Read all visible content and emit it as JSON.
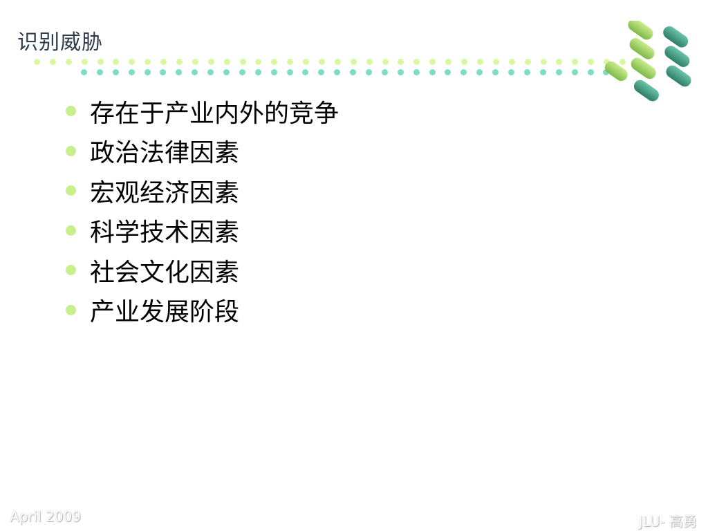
{
  "slide": {
    "title": "识别威胁",
    "bullets": [
      "存在于产业内外的竞争",
      "政治法律因素",
      "宏观经济因素",
      "科学技术因素",
      "社会文化因素",
      "产业发展阶段"
    ],
    "footer_left": "April 2009",
    "footer_right": "JLU- 高勇"
  },
  "colors": {
    "green_dot": "#d8f7a0",
    "teal_dot": "#7fdcc4",
    "bullet_dot": "#c8f08a",
    "pill_green": "#9ed36a",
    "pill_teal": "#3e9e86"
  },
  "icons": {
    "ornament": "pill-cluster-icon",
    "bullet": "bullet-dot-icon"
  }
}
